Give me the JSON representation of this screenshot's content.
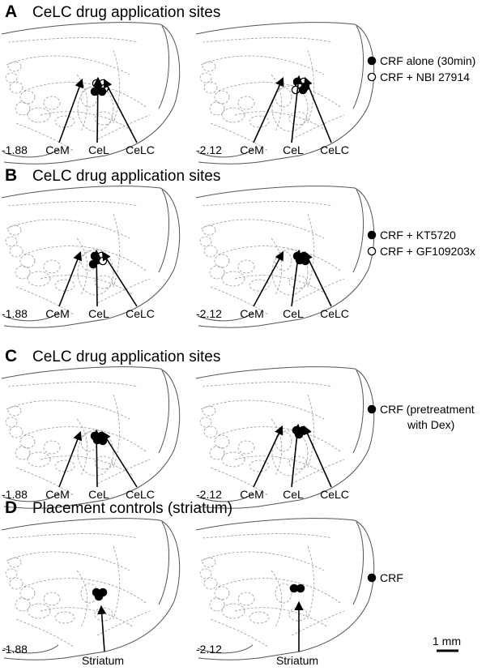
{
  "panels": [
    {
      "letter": "A",
      "title": "CeLC drug application sites",
      "sections": [
        {
          "coord": "-1.88",
          "labels": [
            "CeM",
            "CeL",
            "CeLC"
          ],
          "sites": [
            {
              "fill": "white"
            },
            {
              "fill": "white"
            },
            {
              "fill": "black"
            },
            {
              "fill": "white"
            },
            {
              "fill": "black"
            },
            {
              "fill": "black"
            }
          ]
        },
        {
          "coord": "-2.12",
          "labels": [
            "CeM",
            "CeL",
            "CeLC"
          ],
          "sites": [
            {
              "fill": "black"
            },
            {
              "fill": "white"
            },
            {
              "fill": "white"
            },
            {
              "fill": "black"
            },
            {
              "fill": "white"
            },
            {
              "fill": "black"
            }
          ]
        }
      ],
      "legend": [
        {
          "marker": "filled",
          "lines": [
            "CRF alone (30min)"
          ]
        },
        {
          "marker": "open",
          "lines": [
            "CRF + NBI 27914"
          ]
        }
      ]
    },
    {
      "letter": "B",
      "title": "CeLC drug application sites",
      "sections": [
        {
          "coord": "-1.88",
          "labels": [
            "CeM",
            "CeL",
            "CeLC"
          ],
          "sites": [
            {
              "fill": "black"
            },
            {
              "fill": "white"
            },
            {
              "fill": "black"
            },
            {
              "fill": "white"
            },
            {
              "fill": "black"
            }
          ]
        },
        {
          "coord": "-2.12",
          "labels": [
            "CeM",
            "CeL",
            "CeLC"
          ],
          "sites": [
            {
              "fill": "black"
            },
            {
              "fill": "black"
            },
            {
              "fill": "black"
            },
            {
              "fill": "black"
            }
          ]
        }
      ],
      "legend": [
        {
          "marker": "filled",
          "lines": [
            "CRF + KT5720"
          ]
        },
        {
          "marker": "open",
          "lines": [
            "CRF + GF109203x"
          ]
        }
      ]
    },
    {
      "letter": "C",
      "title": "CeLC drug application sites",
      "sections": [
        {
          "coord": "-1.88",
          "labels": [
            "CeM",
            "CeL",
            "CeLC"
          ],
          "sites": [
            {
              "fill": "black"
            },
            {
              "fill": "black"
            },
            {
              "fill": "black"
            },
            {
              "fill": "black"
            }
          ]
        },
        {
          "coord": "-2.12",
          "labels": [
            "CeM",
            "CeL",
            "CeLC"
          ],
          "sites": [
            {
              "fill": "black"
            },
            {
              "fill": "black"
            },
            {
              "fill": "black"
            }
          ]
        }
      ],
      "legend": [
        {
          "marker": "filled",
          "lines": [
            "CRF (pretreatment",
            "with Dex)"
          ]
        }
      ]
    },
    {
      "letter": "D",
      "title": "Placement controls (striatum)",
      "sections": [
        {
          "coord": "-1.88",
          "labels": [
            "Striatum"
          ],
          "sites": [
            {
              "fill": "black"
            },
            {
              "fill": "black"
            },
            {
              "fill": "black"
            }
          ]
        },
        {
          "coord": "-2.12",
          "labels": [
            "Striatum"
          ],
          "sites": [
            {
              "fill": "black"
            },
            {
              "fill": "black"
            }
          ]
        }
      ],
      "legend": [
        {
          "marker": "filled",
          "lines": [
            "CRF"
          ]
        }
      ]
    }
  ],
  "scale_bar": "1 mm"
}
